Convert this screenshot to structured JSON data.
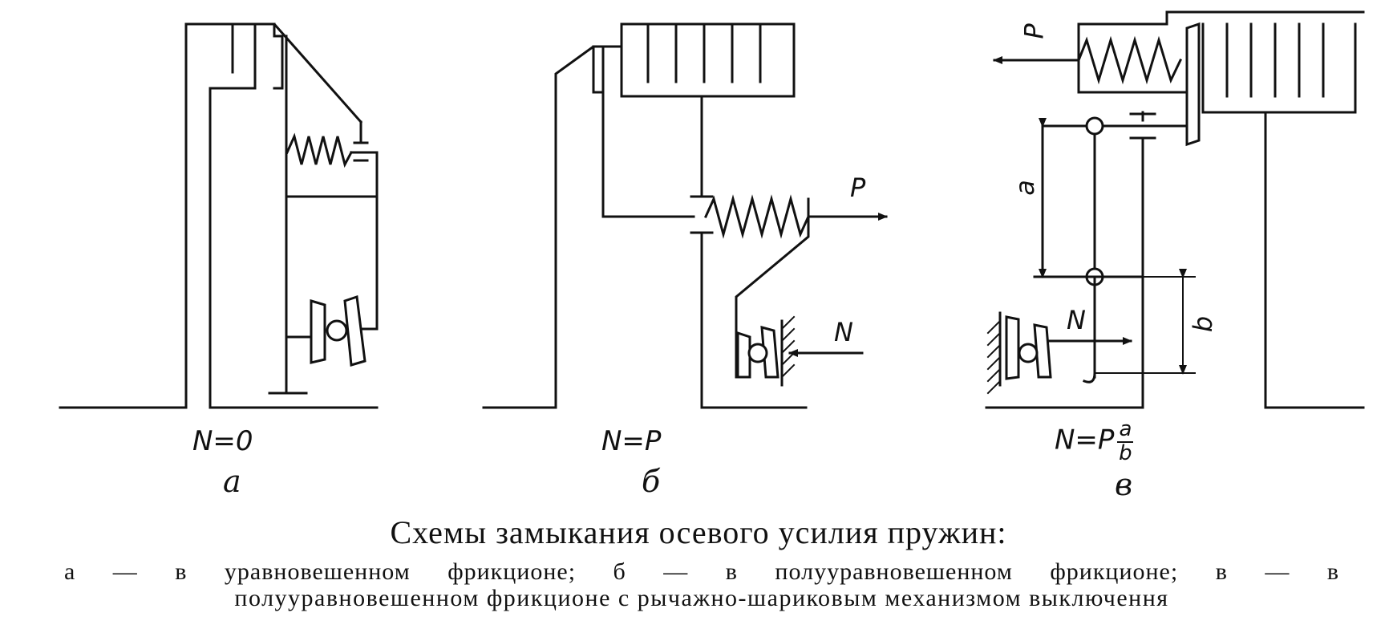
{
  "diagrams": {
    "a": {
      "formula": "N=0",
      "letter": "а"
    },
    "b": {
      "formula": "N=P",
      "letter": "б",
      "force_p": "P",
      "force_n": "N"
    },
    "c": {
      "formula_lhs": "N=P",
      "frac_num": "a",
      "frac_den": "b",
      "letter": "в",
      "force_p": "P",
      "force_n": "N",
      "dim_a": "a",
      "dim_b": "b"
    }
  },
  "caption": {
    "title": "Схемы замыкания осевого усилия пружин:",
    "line1": "а — в уравновешенном фрикционе; б — в полууравновешенном фрикционе; в — в",
    "line2": "полууравновешенном фрикционе с рычажно-шариковым механизмом выключення"
  }
}
